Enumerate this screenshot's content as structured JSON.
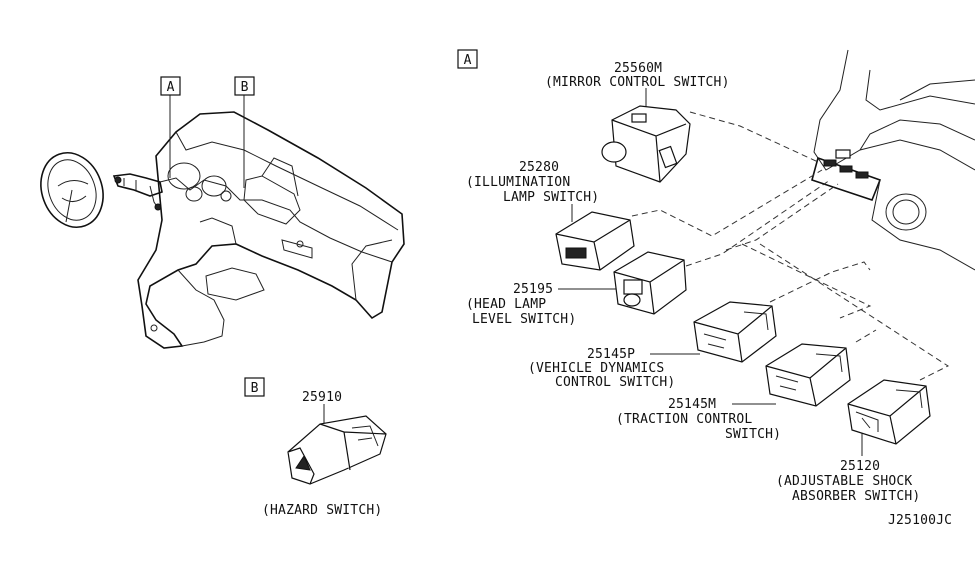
{
  "ref_boxes": {
    "a_top": "A",
    "b_top": "B",
    "a_section": "A",
    "b_section": "B"
  },
  "parts": {
    "mirror": {
      "number": "25560M",
      "desc": "(MIRROR CONTROL SWITCH)"
    },
    "illumination": {
      "number": "25280",
      "desc1": "(ILLUMINATION",
      "desc2": "LAMP SWITCH)"
    },
    "headlamp": {
      "number": "25195",
      "desc1": "(HEAD LAMP",
      "desc2": "LEVEL SWITCH)"
    },
    "vdc": {
      "number": "25145P",
      "desc1": "(VEHICLE DYNAMICS",
      "desc2": "CONTROL SWITCH)"
    },
    "traction": {
      "number": "25145M",
      "desc1": "(TRACTION CONTROL",
      "desc2": "SWITCH)"
    },
    "shock": {
      "number": "25120",
      "desc1": "(ADJUSTABLE SHOCK",
      "desc2": "ABSORBER SWITCH)"
    },
    "hazard": {
      "number": "25910",
      "desc": "(HAZARD SWITCH)"
    }
  },
  "diagram_code": "J25100JC"
}
